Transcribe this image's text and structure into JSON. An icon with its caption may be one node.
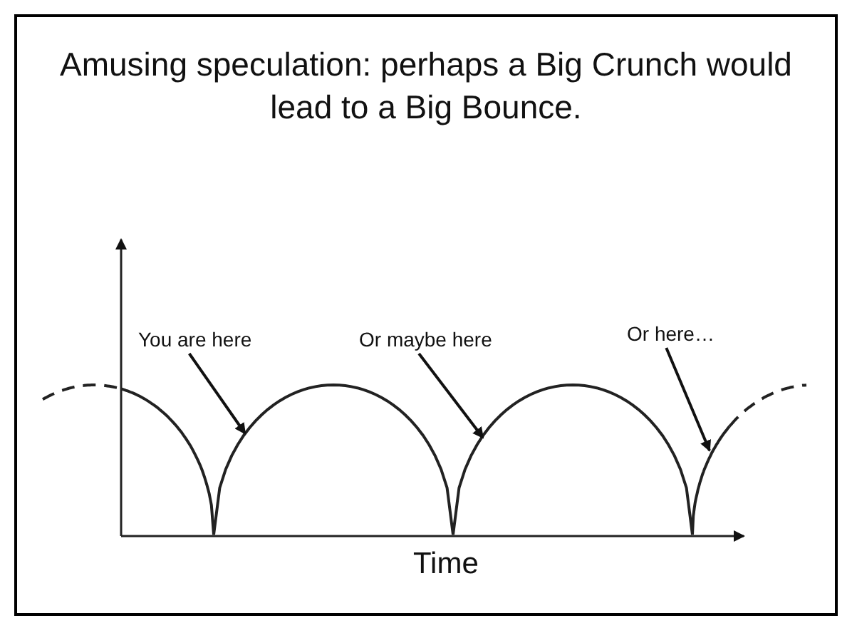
{
  "diagram": {
    "title": "Amusing speculation: perhaps a Big Crunch would lead to a Big Bounce.",
    "nodes": [
      {
        "text": [
          "You are here"
        ]
      },
      {
        "text": [
          "Or maybe here"
        ]
      },
      {
        "text": [
          "Or here…"
        ]
      }
    ],
    "edges": [
      {
        "from": 0,
        "to": null,
        "arrow": "to"
      },
      {
        "from": 1,
        "to": null,
        "arrow": "to"
      },
      {
        "from": 2,
        "to": null,
        "arrow": "to"
      }
    ],
    "labels": [
      "Time"
    ]
  }
}
